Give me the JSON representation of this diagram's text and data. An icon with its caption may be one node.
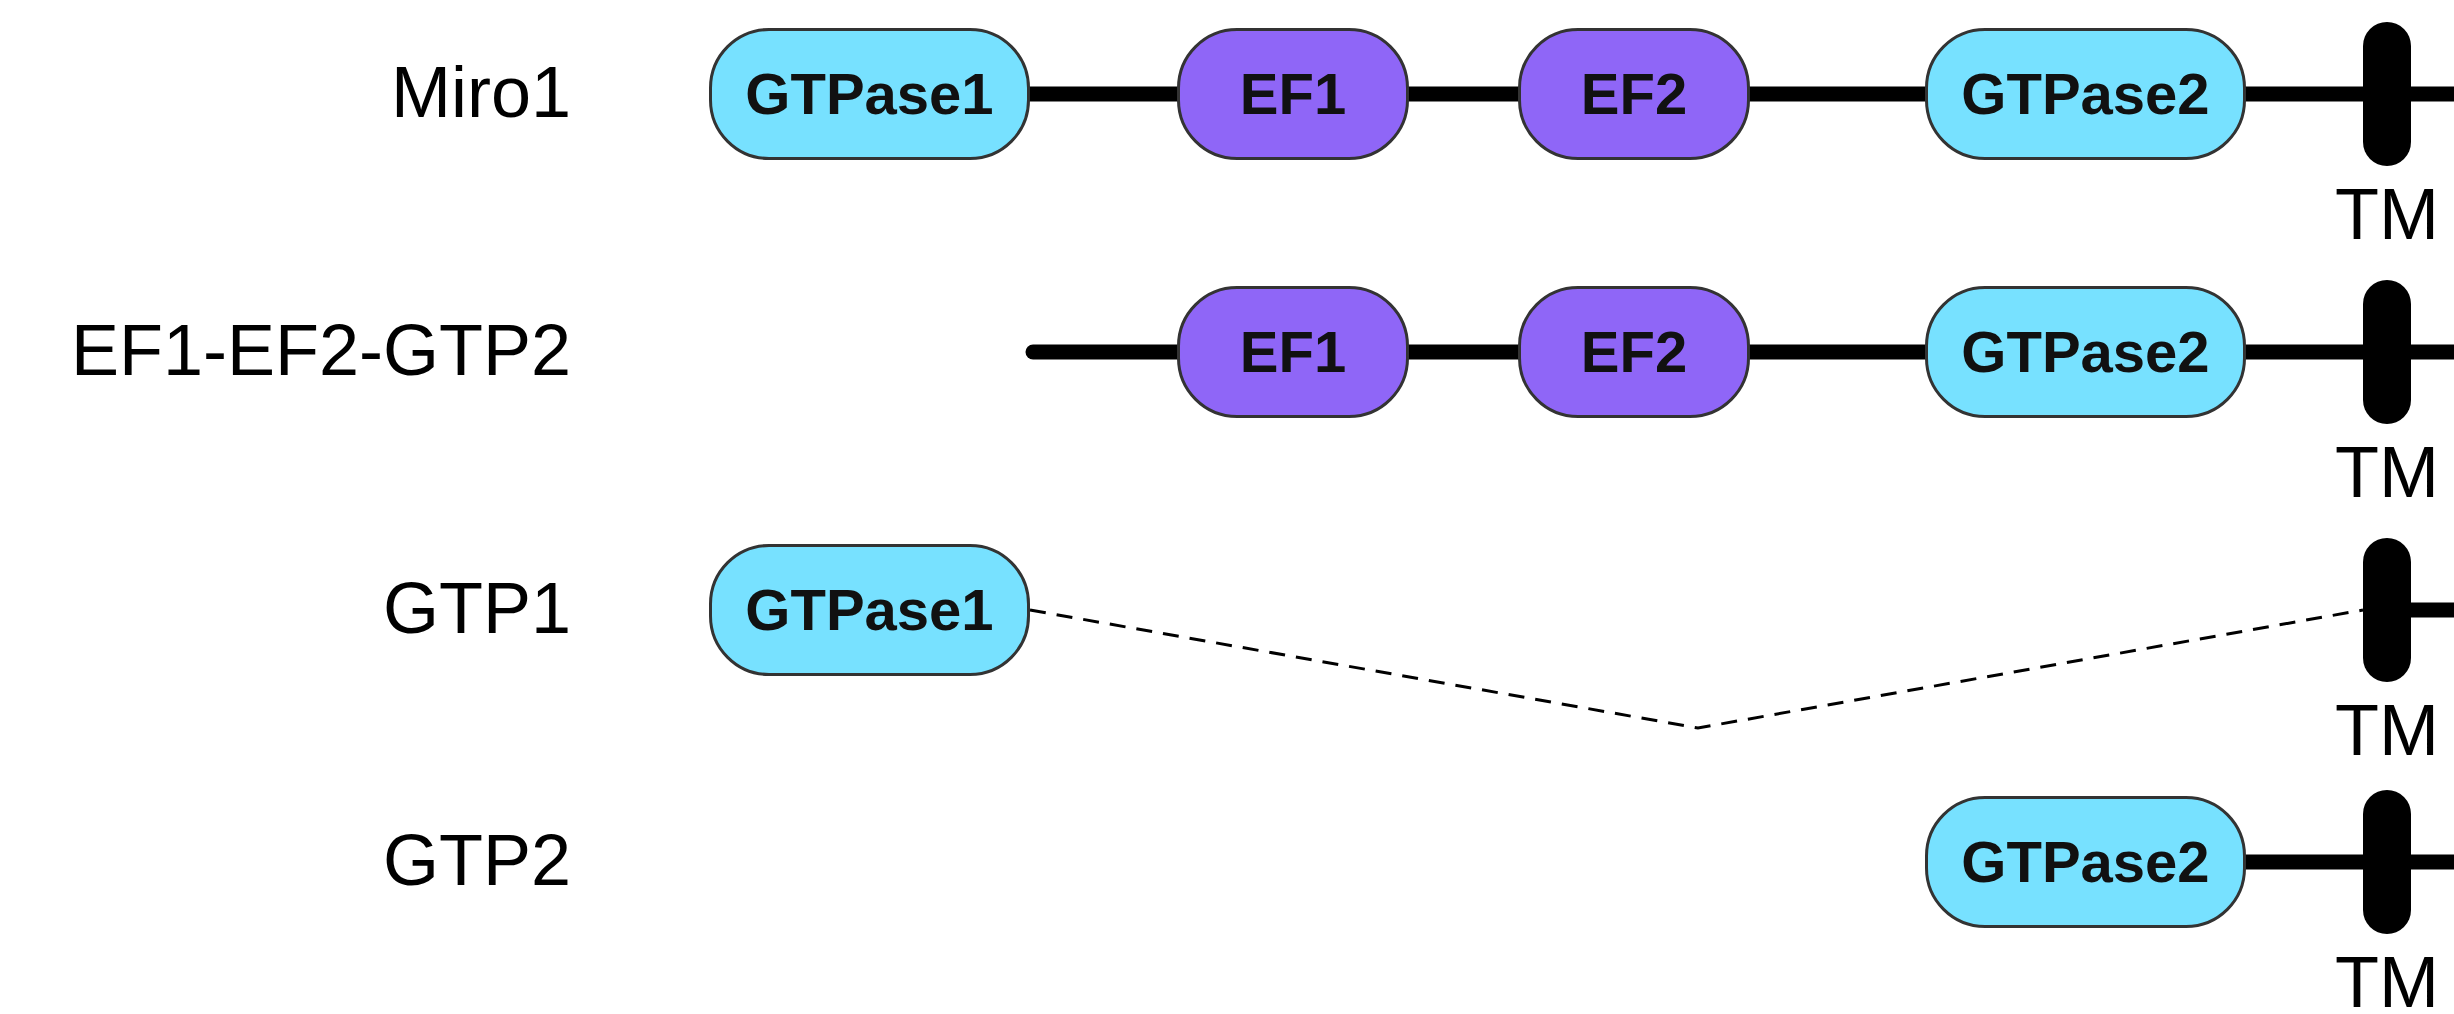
{
  "diagram": {
    "nodes": [
      {
        "text": [
          "GTPase1"
        ]
      },
      {
        "text": [
          "EF1"
        ]
      },
      {
        "text": [
          "EF2"
        ]
      },
      {
        "text": [
          "GTPase2"
        ]
      },
      {
        "text": [],
        "shape": "bar",
        "beside": [
          "TM"
        ]
      },
      {
        "text": [
          "EF1"
        ]
      },
      {
        "text": [
          "EF2"
        ]
      },
      {
        "text": [
          "GTPase2"
        ]
      },
      {
        "text": [],
        "shape": "bar",
        "beside": [
          "TM"
        ]
      },
      {
        "text": [
          "GTPase1"
        ]
      },
      {
        "text": [],
        "shape": "bar",
        "beside": [
          "TM"
        ]
      },
      {
        "text": [
          "GTPase2"
        ]
      },
      {
        "text": [],
        "shape": "bar",
        "beside": [
          "TM"
        ]
      }
    ],
    "edges": [
      {
        "from": 0,
        "to": 1,
        "arrow": "none"
      },
      {
        "from": 1,
        "to": 2,
        "arrow": "none"
      },
      {
        "from": 2,
        "to": 3,
        "arrow": "none"
      },
      {
        "from": 3,
        "to": 4,
        "arrow": "none"
      },
      {
        "from": 4,
        "to": null,
        "arrow": "none"
      },
      {
        "from": null,
        "to": 5,
        "arrow": "none"
      },
      {
        "from": 5,
        "to": 6,
        "arrow": "none"
      },
      {
        "from": 6,
        "to": 7,
        "arrow": "none"
      },
      {
        "from": 7,
        "to": 8,
        "arrow": "none"
      },
      {
        "from": 8,
        "to": null,
        "arrow": "none"
      },
      {
        "from": 9,
        "to": 10,
        "arrow": "none",
        "style": "dashed"
      },
      {
        "from": 10,
        "to": null,
        "arrow": "none"
      },
      {
        "from": 11,
        "to": 12,
        "arrow": "none"
      },
      {
        "from": 12,
        "to": null,
        "arrow": "none"
      }
    ],
    "labels": [
      "Miro1",
      "EF1-EF2-GTP2",
      "GTP1",
      "GTP2"
    ]
  }
}
